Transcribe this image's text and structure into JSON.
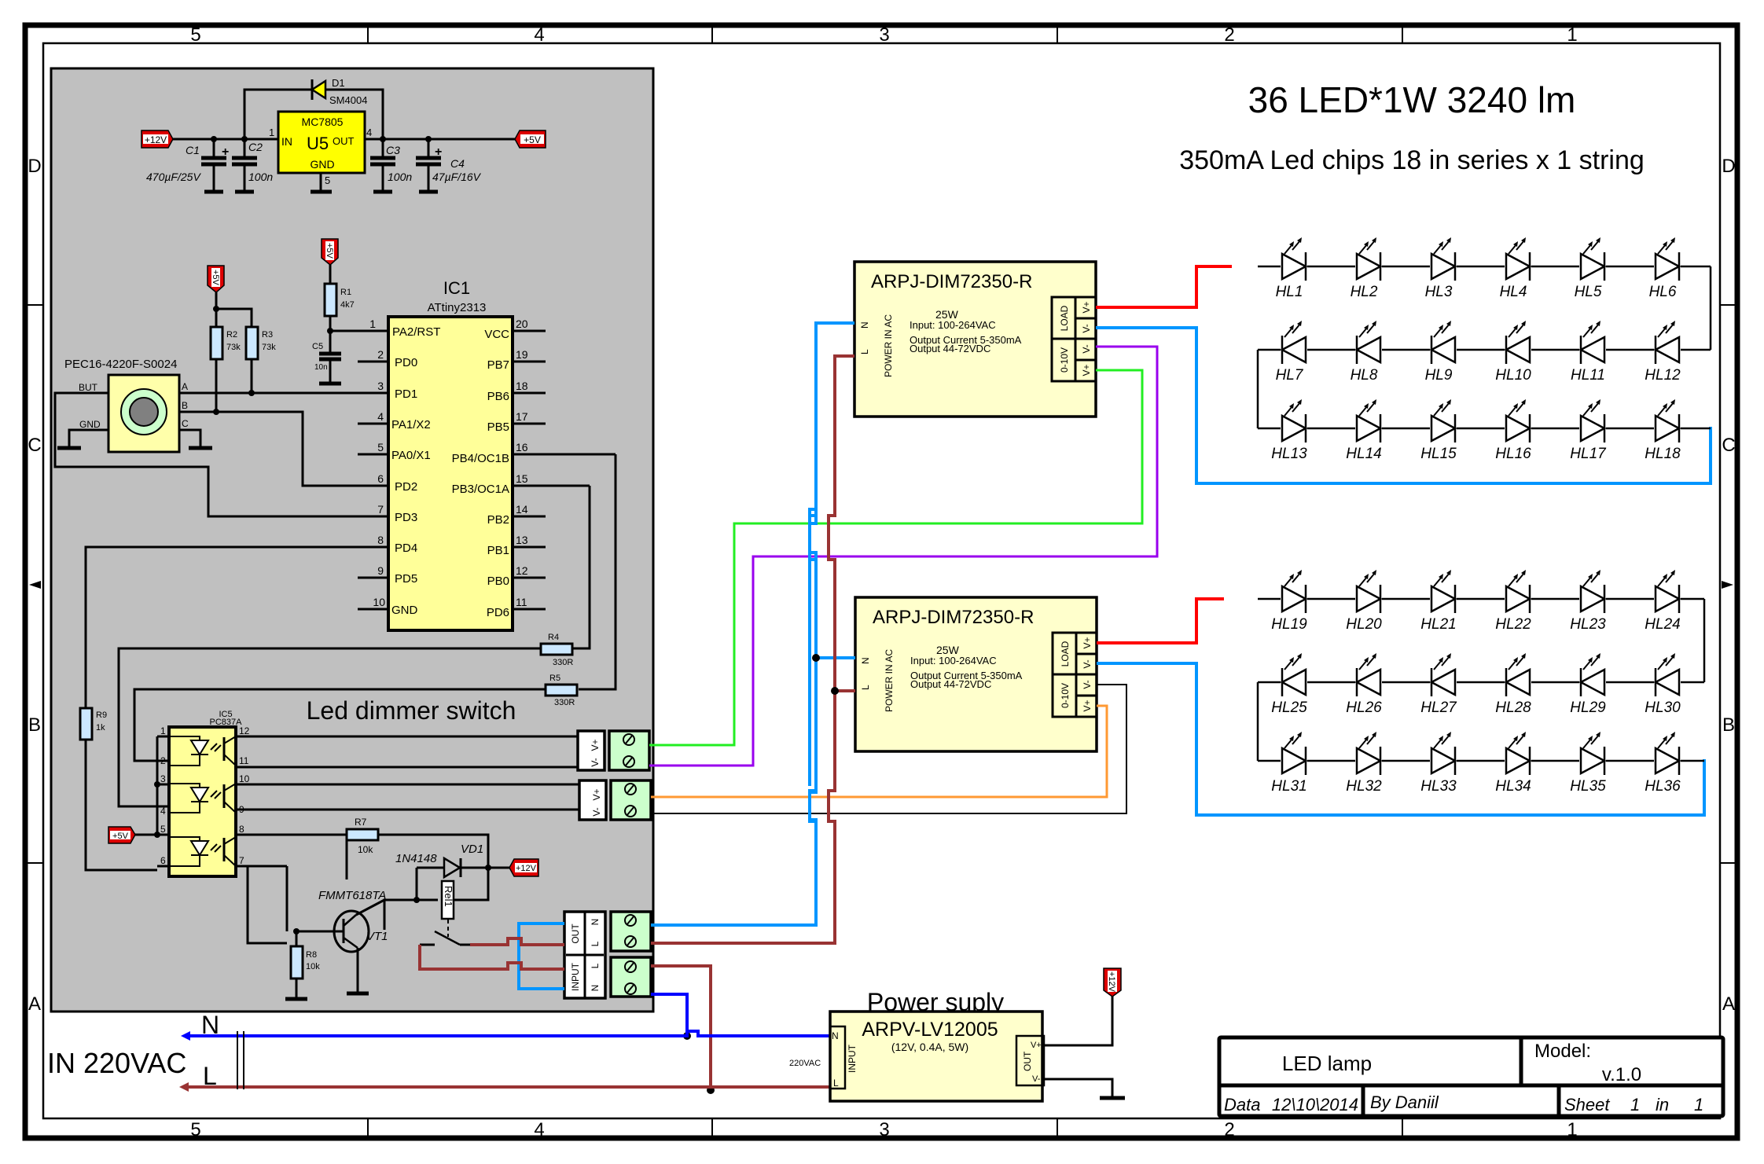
{
  "sheet": {
    "columns": [
      "5",
      "4",
      "3",
      "2",
      "1"
    ],
    "rows": [
      "D",
      "C",
      "B",
      "A"
    ]
  },
  "header": {
    "title": "36 LED*1W  3240 lm",
    "subtitle": "350mA Led chips 18 in series x 1 string"
  },
  "regulator": {
    "ref": "U5",
    "part": "MC7805",
    "pin_in": "IN",
    "pin_out": "OUT",
    "pin_gnd": "GND",
    "pin1": "1",
    "pin4": "4",
    "pin5": "5",
    "diode_ref": "D1",
    "diode_part": "SM4004",
    "c1_ref": "C1",
    "c1_val": "470µF/25V",
    "c2_ref": "C2",
    "c2_val": "100n",
    "c3_ref": "C3",
    "c3_val": "100n",
    "c4_ref": "C4",
    "c4_val": "47µF/16V",
    "plus": "+"
  },
  "net_tags": {
    "p12v": "+12V",
    "p5v": "+5V"
  },
  "encoder": {
    "part": "PEC16-4220F-S0024",
    "pin_but": "BUT",
    "pin_gnd": "GND",
    "pin_a": "A",
    "pin_b": "B",
    "pin_c": "C"
  },
  "resistors": {
    "r1": {
      "ref": "R1",
      "val": "4k7"
    },
    "r2": {
      "ref": "R2",
      "val": "73k"
    },
    "r3": {
      "ref": "R3",
      "val": "73k"
    },
    "r4": {
      "ref": "R4",
      "val": "330R"
    },
    "r5": {
      "ref": "R5",
      "val": "330R"
    },
    "r7": {
      "ref": "R7",
      "val": "10k"
    },
    "r8": {
      "ref": "R8",
      "val": "10k"
    },
    "r9": {
      "ref": "R9",
      "val": "1k"
    }
  },
  "c5": {
    "ref": "C5",
    "val": "10n"
  },
  "mcu": {
    "ref": "IC1",
    "part": "ATtiny2313",
    "left_pins": [
      {
        "num": "1",
        "name": "PA2/RST"
      },
      {
        "num": "2",
        "name": "PD0"
      },
      {
        "num": "3",
        "name": "PD1"
      },
      {
        "num": "4",
        "name": "PA1/X2"
      },
      {
        "num": "5",
        "name": "PA0/X1"
      },
      {
        "num": "6",
        "name": "PD2"
      },
      {
        "num": "7",
        "name": "PD3"
      },
      {
        "num": "8",
        "name": "PD4"
      },
      {
        "num": "9",
        "name": "PD5"
      },
      {
        "num": "10",
        "name": "GND"
      }
    ],
    "right_pins": [
      {
        "num": "20",
        "name": "VCC"
      },
      {
        "num": "19",
        "name": "PB7"
      },
      {
        "num": "18",
        "name": "PB6"
      },
      {
        "num": "17",
        "name": "PB5"
      },
      {
        "num": "16",
        "name": "PB4/OC1B"
      },
      {
        "num": "15",
        "name": "PB3/OC1A"
      },
      {
        "num": "14",
        "name": "PB2"
      },
      {
        "num": "13",
        "name": "PB1"
      },
      {
        "num": "12",
        "name": "PB0"
      },
      {
        "num": "11",
        "name": "PD6"
      }
    ]
  },
  "optocoupler": {
    "ref": "IC5",
    "part": "PC837A",
    "left_pins": [
      "1",
      "2",
      "3",
      "4",
      "5",
      "6"
    ],
    "right_pins": [
      "12",
      "11",
      "10",
      "9",
      "8",
      "7"
    ]
  },
  "board_label": "Led dimmer switch",
  "transistor": {
    "ref": "VT1",
    "part": "FMMT618TA"
  },
  "diode_vd1": {
    "ref": "VD1",
    "part": "1N4148"
  },
  "relay": {
    "ref": "Rel1"
  },
  "terminals": {
    "dim1": [
      "V+",
      "V-"
    ],
    "dim2": [
      "V+",
      "V-"
    ],
    "out_label": "OUT",
    "out_pins": [
      "N",
      "L"
    ],
    "input_label": "INPUT",
    "input_pins": [
      "L",
      "N"
    ]
  },
  "drivers": [
    {
      "name": "ARPJ-DIM72350-R",
      "power_label": "POWER IN AC",
      "pin_n": "N",
      "pin_l": "L",
      "watt": "25W",
      "input": "Input: 100-264VAC",
      "current": "Output Current 5-350mA",
      "output": "Output 44-72VDC",
      "load_label": "LOAD",
      "dim_label": "0-10V",
      "pins": [
        "V+",
        "V-",
        "V-",
        "V+"
      ]
    },
    {
      "name": "ARPJ-DIM72350-R",
      "power_label": "POWER IN AC",
      "pin_n": "N",
      "pin_l": "L",
      "watt": "25W",
      "input": "Input: 100-264VAC",
      "current": "Output Current 5-350mA",
      "output": "Output 44-72VDC",
      "load_label": "LOAD",
      "dim_label": "0-10V",
      "pins": [
        "V+",
        "V-",
        "V-",
        "V+"
      ]
    }
  ],
  "leds": {
    "group1": [
      [
        "HL1",
        "HL2",
        "HL3",
        "HL4",
        "HL5",
        "HL6"
      ],
      [
        "HL7",
        "HL8",
        "HL9",
        "HL10",
        "HL11",
        "HL12"
      ],
      [
        "HL13",
        "HL14",
        "HL15",
        "HL16",
        "HL17",
        "HL18"
      ]
    ],
    "group2": [
      [
        "HL19",
        "HL20",
        "HL21",
        "HL22",
        "HL23",
        "HL24"
      ],
      [
        "HL25",
        "HL26",
        "HL27",
        "HL28",
        "HL29",
        "HL30"
      ],
      [
        "HL31",
        "HL32",
        "HL33",
        "HL34",
        "HL35",
        "HL36"
      ]
    ]
  },
  "power_supply": {
    "heading": "Power suply",
    "name": "ARPV-LV12005",
    "spec": "(12V, 0.4A, 5W)",
    "input_label": "INPUT",
    "pin_n": "N",
    "pin_l": "L",
    "out_label": "OUT",
    "pin_vp": "V+",
    "pin_vm": "V-",
    "vac_label": "220VAC"
  },
  "mains": {
    "label": "IN 220VAC",
    "n": "N",
    "l": "L"
  },
  "title_block": {
    "name": "LED lamp",
    "model_label": "Model:",
    "model_value": "v.1.0",
    "date_label": "Data",
    "date_value": "12\\10\\2014",
    "author": "By Daniil",
    "sheet_label": "Sheet",
    "sheet_num": "1",
    "sheet_in": "in",
    "sheet_total": "1"
  },
  "colors": {
    "board": "#c0c0c0",
    "chip": "#ffff99",
    "regulator": "#ffff00",
    "driver": "#ffffcc",
    "terminal": "#ccffcc",
    "resistor": "#cce8ff",
    "wire_red": "#ff0000",
    "wire_blue": "#0095ff",
    "wire_brown": "#993333",
    "wire_green": "#22ee22",
    "wire_purple": "#9900ee",
    "wire_orange": "#ff9933",
    "net_tag": "#dd0000"
  }
}
